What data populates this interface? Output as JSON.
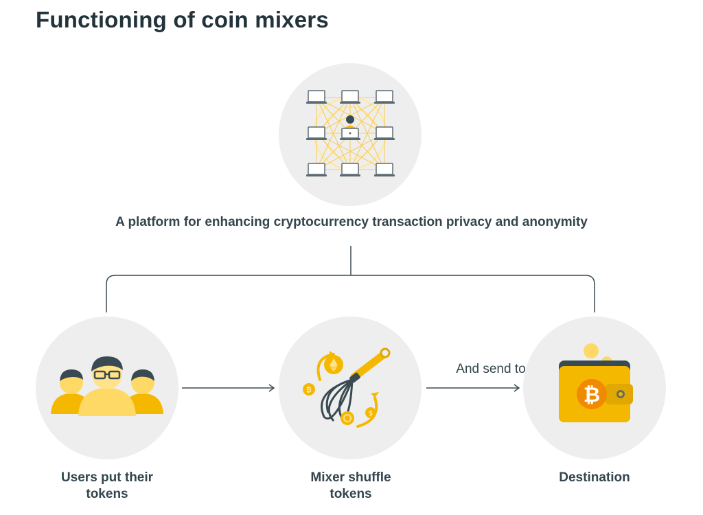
{
  "title": "Functioning of coin mixers",
  "platform": {
    "caption": "A platform for enhancing cryptocurrency transaction privacy and anonymity",
    "icon": "network-grid-icon"
  },
  "steps": [
    {
      "label_line1": "Users put their",
      "label_line2": "tokens",
      "icon": "users-group-icon"
    },
    {
      "label_line1": "Mixer shuffle",
      "label_line2": "tokens",
      "icon": "whisk-mixer-icon"
    },
    {
      "label_line1": "Destination",
      "label_line2": "",
      "icon": "bitcoin-wallet-icon"
    }
  ],
  "connector": {
    "send_label": "And send to"
  },
  "colors": {
    "accent": "#f5b800",
    "accent_light": "#ffd966",
    "circle_bg": "#eeeeee",
    "line": "#3a4a52",
    "text": "#33454d"
  }
}
